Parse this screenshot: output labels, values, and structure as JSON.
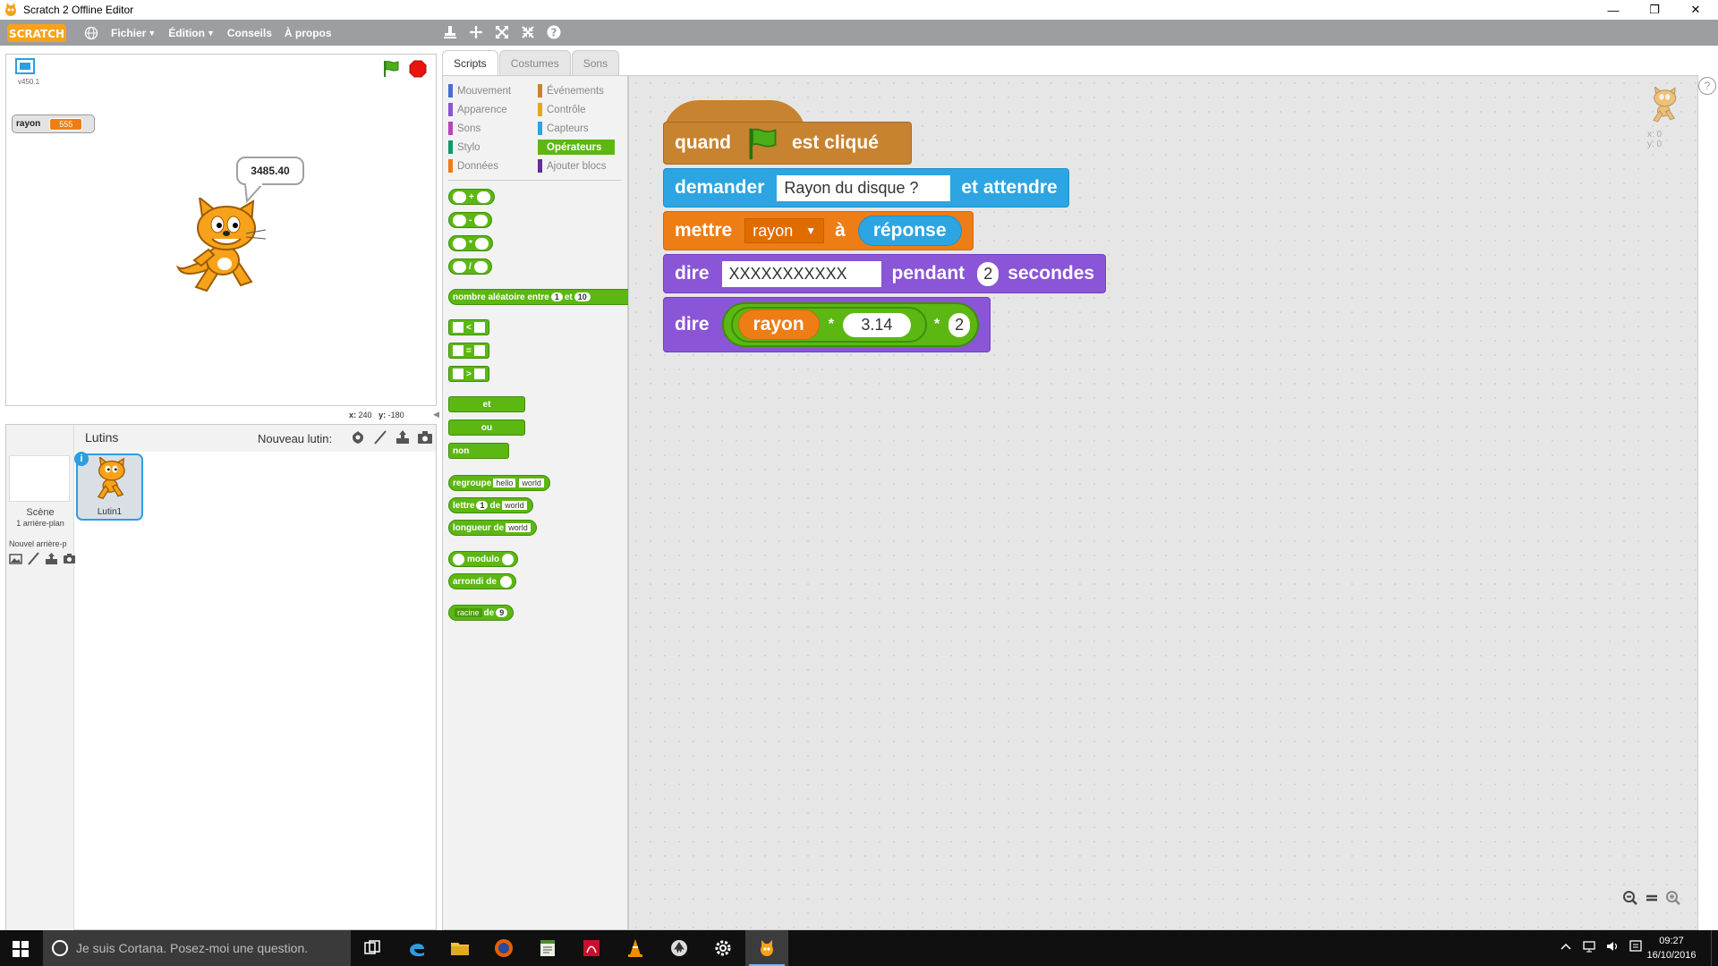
{
  "window": {
    "title": "Scratch 2 Offline Editor",
    "controls": {
      "minimize": "—",
      "maximize": "❐",
      "close": "✕"
    }
  },
  "menubar": {
    "logo": "SCRATCH",
    "menus": [
      "Fichier",
      "Édition",
      "Conseils",
      "À propos"
    ],
    "tools": [
      "duplicate-stamp-icon",
      "cut-scissors-icon",
      "grow-icon",
      "shrink-icon",
      "help-icon"
    ]
  },
  "stage": {
    "version": "v450.1",
    "variable": {
      "name": "rayon",
      "value": "555"
    },
    "speech": "3485.40",
    "coords": {
      "x_label": "x:",
      "x": "240",
      "y_label": "y:",
      "y": "-180"
    }
  },
  "sprites_pane": {
    "header": "Lutins",
    "new_sprite": "Nouveau lutin:",
    "scene_label": "Scène",
    "scene_sub": "1 arrière-plan",
    "new_backdrop": "Nouvel arrière-p",
    "sprites": [
      {
        "name": "Lutin1",
        "selected": true
      }
    ]
  },
  "tabs": [
    {
      "label": "Scripts",
      "active": true
    },
    {
      "label": "Costumes",
      "active": false
    },
    {
      "label": "Sons",
      "active": false
    }
  ],
  "palette": {
    "categories_left": [
      {
        "label": "Mouvement",
        "color": "#4a6cd4"
      },
      {
        "label": "Apparence",
        "color": "#8a55d7"
      },
      {
        "label": "Sons",
        "color": "#bb42c3"
      },
      {
        "label": "Stylo",
        "color": "#0e9a6c"
      },
      {
        "label": "Données",
        "color": "#ee7d16"
      }
    ],
    "categories_right": [
      {
        "label": "Événements",
        "color": "#c88330"
      },
      {
        "label": "Contrôle",
        "color": "#e1a91a"
      },
      {
        "label": "Capteurs",
        "color": "#2ca5e2"
      },
      {
        "label": "Opérateurs",
        "color": "#5cb712",
        "selected": true
      },
      {
        "label": "Ajouter blocs",
        "color": "#632d99"
      }
    ],
    "blocks": {
      "plus": "+",
      "minus": "-",
      "times": "*",
      "divide": "/",
      "random": {
        "label": "nombre aléatoire entre",
        "a": "1",
        "and": "et",
        "b": "10"
      },
      "lt": "<",
      "eq": "=",
      "gt": ">",
      "and": "et",
      "or": "ou",
      "not": "non",
      "join": {
        "label": "regroupe",
        "a": "hello",
        "b": "world"
      },
      "letter": {
        "label": "lettre",
        "n": "1",
        "of": "de",
        "s": "world"
      },
      "length": {
        "label": "longueur de",
        "s": "world"
      },
      "mod": "modulo",
      "round": "arrondi de",
      "math": {
        "fn": "racine",
        "of": "de",
        "n": "9"
      }
    }
  },
  "script": {
    "hat": {
      "when": "quand",
      "clicked": "est  cliqué"
    },
    "ask": {
      "label": "demander",
      "question": "Rayon du disque ?",
      "wait": "et  attendre"
    },
    "set": {
      "label": "mettre",
      "var": "rayon",
      "to": "à",
      "value": "réponse"
    },
    "say_for": {
      "label": "dire",
      "text": "XXXXXXXXXXX",
      "for": "pendant",
      "secs": "2",
      "unit": "secondes"
    },
    "say": {
      "label": "dire",
      "var": "rayon",
      "op1": "*",
      "num1": "3.14",
      "op2": "*",
      "num2": "2"
    },
    "sprite_xy": {
      "x": "x: 0",
      "y": "y: 0"
    },
    "help": "?"
  },
  "taskbar": {
    "cortana_placeholder": "Je suis Cortana. Posez-moi une question.",
    "time": "09:27",
    "date": "16/10/2016",
    "apps": [
      "task-view",
      "edge",
      "file-explorer",
      "firefox",
      "notepad",
      "acrobat",
      "vlc",
      "inkscape",
      "settings",
      "scratch"
    ]
  }
}
